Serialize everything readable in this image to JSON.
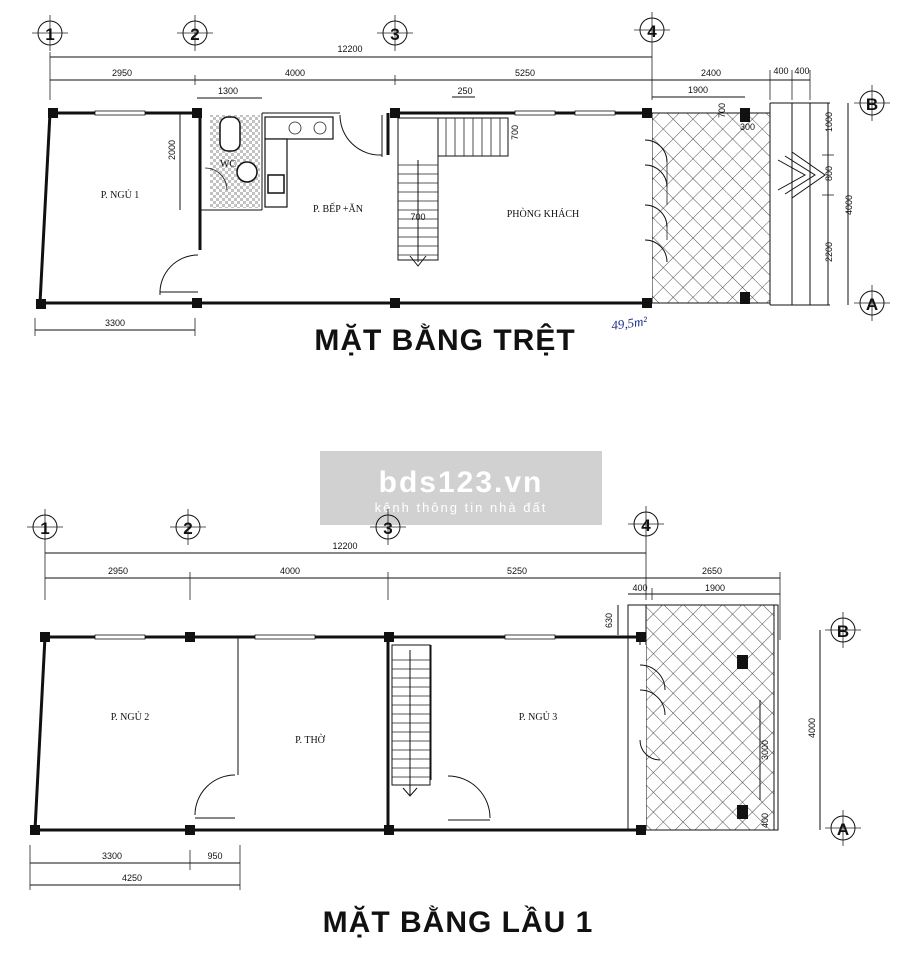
{
  "ground_floor": {
    "title": "MẶT BẰNG TRỆT",
    "axes": [
      "1",
      "2",
      "3",
      "4"
    ],
    "row_axes": [
      "B",
      "A"
    ],
    "overall_dim": "12200",
    "bay_dims": [
      "2950",
      "4000",
      "5250"
    ],
    "porch_dims": [
      "2400",
      "400",
      "400"
    ],
    "sub_dims": {
      "wc_width": "1300",
      "stair_offset": "250",
      "porch_inner": "1900"
    },
    "vertical_dims": {
      "wc": "2000",
      "stair_landing": "700",
      "small_a": "700",
      "small_b": "300",
      "side_total": "4000",
      "side_parts": [
        "1000",
        "800",
        "2200"
      ]
    },
    "stair_width": "700",
    "bottom_dim": "3300",
    "rooms": {
      "bedroom1": "P. NGỦ 1",
      "wc": "WC",
      "kitchen": "P. BẾP +ĂN",
      "living": "PHÒNG KHÁCH"
    },
    "handwritten_note": "49,5m²"
  },
  "first_floor": {
    "title": "MẶT BẰNG LẦU 1",
    "axes": [
      "1",
      "2",
      "3",
      "4"
    ],
    "row_axes": [
      "B",
      "A"
    ],
    "overall_dim": "12200",
    "bay_dims": [
      "2950",
      "4000",
      "5250"
    ],
    "balcony_dims": {
      "total": "2650",
      "a": "400",
      "b": "1900"
    },
    "vertical_dims": {
      "top_offset": "630",
      "side_total": "4000",
      "balcony": "3000",
      "bottom": "400"
    },
    "bottom_dims": {
      "a": "3300",
      "b": "950",
      "total": "4250"
    },
    "rooms": {
      "bedroom2": "P. NGỦ 2",
      "worship": "P. THỜ",
      "bedroom3": "P. NGỦ 3"
    }
  },
  "watermark": {
    "brand": "bds123.vn",
    "tagline": "kênh thông tin nhà đất"
  }
}
